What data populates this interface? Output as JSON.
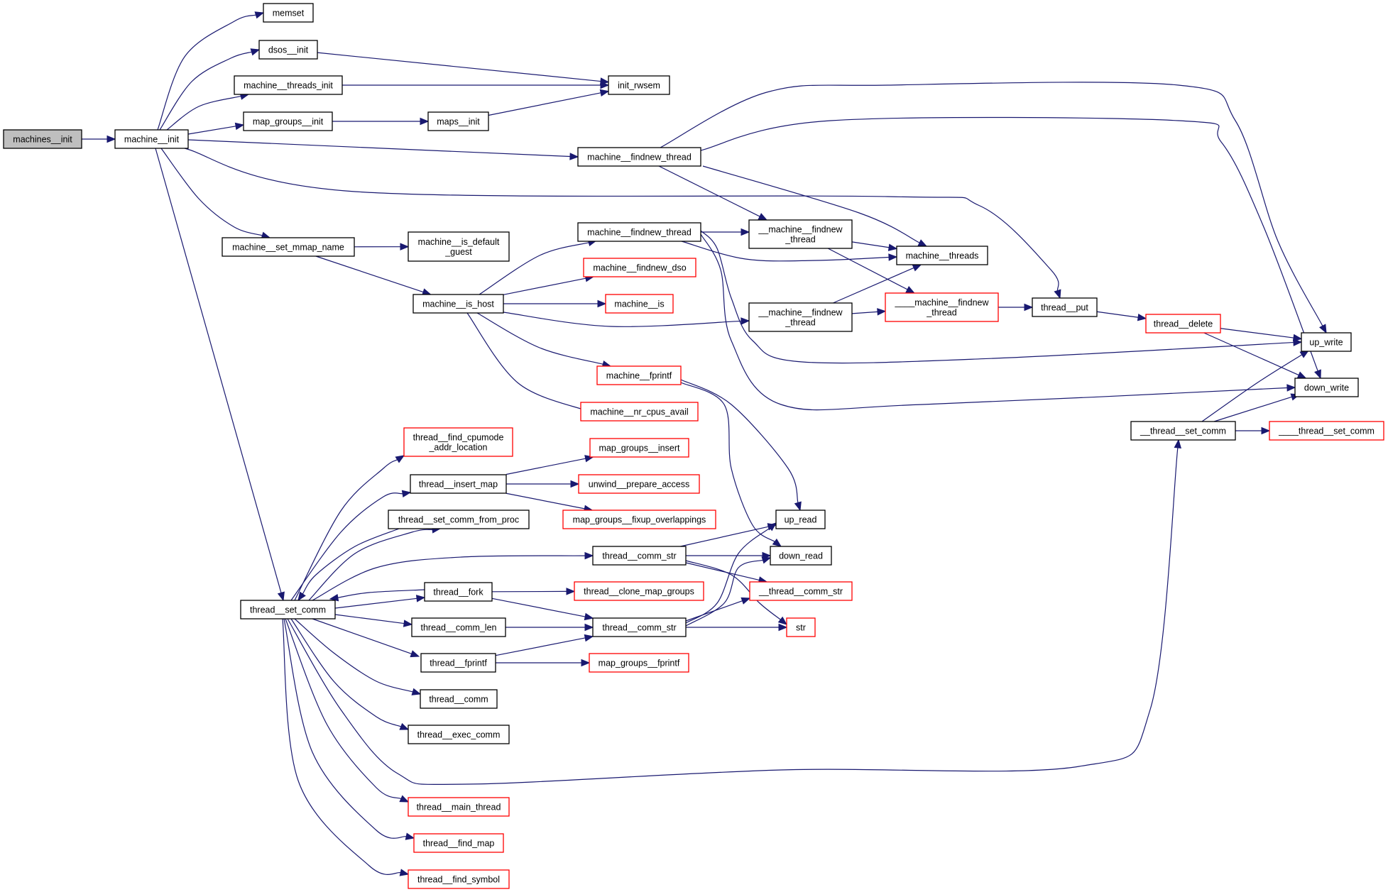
{
  "graph": {
    "title": "Call graph for machines__init",
    "colors": {
      "edge": "#191970",
      "node_border": "#000000",
      "undocumented_border": "#ff0000",
      "root_fill": "#bfbfbf"
    },
    "nodes": [
      {
        "id": "machines_init",
        "lines": [
          "machines__init"
        ],
        "kind": "root"
      },
      {
        "id": "machine_init",
        "lines": [
          "machine__init"
        ],
        "kind": "normal"
      },
      {
        "id": "memset",
        "lines": [
          "memset"
        ],
        "kind": "normal"
      },
      {
        "id": "dsos_init",
        "lines": [
          "dsos__init"
        ],
        "kind": "normal"
      },
      {
        "id": "machine_threads_init",
        "lines": [
          "machine__threads_init"
        ],
        "kind": "normal"
      },
      {
        "id": "map_groups_init",
        "lines": [
          "map_groups__init"
        ],
        "kind": "normal"
      },
      {
        "id": "maps_init",
        "lines": [
          "maps__init"
        ],
        "kind": "normal"
      },
      {
        "id": "init_rwsem",
        "lines": [
          "init_rwsem"
        ],
        "kind": "normal"
      },
      {
        "id": "mfnt_upper",
        "lines": [
          "machine__findnew_thread"
        ],
        "kind": "normal"
      },
      {
        "id": "machine_set_mmap_name",
        "lines": [
          "machine__set_mmap_name"
        ],
        "kind": "normal"
      },
      {
        "id": "machine_is_default_guest",
        "lines": [
          "machine__is_default",
          "_guest"
        ],
        "kind": "normal"
      },
      {
        "id": "machine_is_host",
        "lines": [
          "machine__is_host"
        ],
        "kind": "normal"
      },
      {
        "id": "mfnt_lower",
        "lines": [
          "machine__findnew_thread"
        ],
        "kind": "normal"
      },
      {
        "id": "machine_findnew_dso",
        "lines": [
          "machine__findnew_dso"
        ],
        "kind": "undocumented"
      },
      {
        "id": "machine_is",
        "lines": [
          "machine__is"
        ],
        "kind": "undocumented"
      },
      {
        "id": "machine_fprintf",
        "lines": [
          "machine__fprintf"
        ],
        "kind": "undocumented"
      },
      {
        "id": "machine_nr_cpus_avail",
        "lines": [
          "machine__nr_cpus_avail"
        ],
        "kind": "undocumented"
      },
      {
        "id": "u_mfnt_a",
        "lines": [
          "__machine__findnew",
          "_thread"
        ],
        "kind": "normal"
      },
      {
        "id": "u_mfnt_b",
        "lines": [
          "__machine__findnew",
          "_thread"
        ],
        "kind": "normal"
      },
      {
        "id": "machine_threads",
        "lines": [
          "machine__threads"
        ],
        "kind": "normal"
      },
      {
        "id": "uu_mfnt",
        "lines": [
          "____machine__findnew",
          "_thread"
        ],
        "kind": "undocumented"
      },
      {
        "id": "thread_put",
        "lines": [
          "thread__put"
        ],
        "kind": "normal"
      },
      {
        "id": "thread_delete",
        "lines": [
          "thread__delete"
        ],
        "kind": "undocumented"
      },
      {
        "id": "up_write",
        "lines": [
          "up_write"
        ],
        "kind": "normal"
      },
      {
        "id": "down_write",
        "lines": [
          "down_write"
        ],
        "kind": "normal"
      },
      {
        "id": "u_thread_set_comm",
        "lines": [
          "__thread__set_comm"
        ],
        "kind": "normal"
      },
      {
        "id": "uu_thread_set_comm",
        "lines": [
          "____thread__set_comm"
        ],
        "kind": "undocumented"
      },
      {
        "id": "thread_set_comm",
        "lines": [
          "thread__set_comm"
        ],
        "kind": "normal"
      },
      {
        "id": "thread_find_cpumode",
        "lines": [
          "thread__find_cpumode",
          "_addr_location"
        ],
        "kind": "undocumented"
      },
      {
        "id": "thread_insert_map",
        "lines": [
          "thread__insert_map"
        ],
        "kind": "normal"
      },
      {
        "id": "thread_set_comm_from_proc",
        "lines": [
          "thread__set_comm_from_proc"
        ],
        "kind": "normal"
      },
      {
        "id": "thread_fork",
        "lines": [
          "thread__fork"
        ],
        "kind": "normal"
      },
      {
        "id": "thread_comm_len",
        "lines": [
          "thread__comm_len"
        ],
        "kind": "normal"
      },
      {
        "id": "thread_fprintf",
        "lines": [
          "thread__fprintf"
        ],
        "kind": "normal"
      },
      {
        "id": "thread_comm",
        "lines": [
          "thread__comm"
        ],
        "kind": "normal"
      },
      {
        "id": "thread_exec_comm",
        "lines": [
          "thread__exec_comm"
        ],
        "kind": "normal"
      },
      {
        "id": "thread_main_thread",
        "lines": [
          "thread__main_thread"
        ],
        "kind": "undocumented"
      },
      {
        "id": "thread_find_map",
        "lines": [
          "thread__find_map"
        ],
        "kind": "undocumented"
      },
      {
        "id": "thread_find_symbol",
        "lines": [
          "thread__find_symbol"
        ],
        "kind": "undocumented"
      },
      {
        "id": "map_groups_insert",
        "lines": [
          "map_groups__insert"
        ],
        "kind": "undocumented"
      },
      {
        "id": "unwind_prepare_access",
        "lines": [
          "unwind__prepare_access"
        ],
        "kind": "undocumented"
      },
      {
        "id": "map_groups_fixup",
        "lines": [
          "map_groups__fixup_overlappings"
        ],
        "kind": "undocumented"
      },
      {
        "id": "thread_comm_str_upper",
        "lines": [
          "thread__comm_str"
        ],
        "kind": "normal"
      },
      {
        "id": "thread_comm_str_lower",
        "lines": [
          "thread__comm_str"
        ],
        "kind": "normal"
      },
      {
        "id": "thread_clone_map_groups",
        "lines": [
          "thread__clone_map_groups"
        ],
        "kind": "undocumented"
      },
      {
        "id": "map_groups_fprintf",
        "lines": [
          "map_groups__fprintf"
        ],
        "kind": "undocumented"
      },
      {
        "id": "up_read",
        "lines": [
          "up_read"
        ],
        "kind": "normal"
      },
      {
        "id": "down_read",
        "lines": [
          "down_read"
        ],
        "kind": "normal"
      },
      {
        "id": "u_thread_comm_str",
        "lines": [
          "__thread__comm_str"
        ],
        "kind": "undocumented"
      },
      {
        "id": "str",
        "lines": [
          "str"
        ],
        "kind": "undocumented"
      }
    ],
    "edges": [
      [
        "machines_init",
        "machine_init"
      ],
      [
        "machine_init",
        "memset"
      ],
      [
        "machine_init",
        "dsos_init"
      ],
      [
        "machine_init",
        "machine_threads_init"
      ],
      [
        "machine_init",
        "map_groups_init"
      ],
      [
        "machine_init",
        "mfnt_upper"
      ],
      [
        "machine_init",
        "thread_put"
      ],
      [
        "machine_init",
        "machine_set_mmap_name"
      ],
      [
        "machine_init",
        "thread_set_comm"
      ],
      [
        "dsos_init",
        "init_rwsem"
      ],
      [
        "machine_threads_init",
        "init_rwsem"
      ],
      [
        "map_groups_init",
        "maps_init"
      ],
      [
        "maps_init",
        "init_rwsem"
      ],
      [
        "mfnt_upper",
        "u_mfnt_a"
      ],
      [
        "mfnt_upper",
        "machine_threads"
      ],
      [
        "mfnt_upper",
        "up_write"
      ],
      [
        "mfnt_upper",
        "down_write"
      ],
      [
        "machine_set_mmap_name",
        "machine_is_default_guest"
      ],
      [
        "machine_set_mmap_name",
        "machine_is_host"
      ],
      [
        "machine_is_host",
        "mfnt_lower"
      ],
      [
        "machine_is_host",
        "machine_findnew_dso"
      ],
      [
        "machine_is_host",
        "machine_is"
      ],
      [
        "machine_is_host",
        "u_mfnt_b"
      ],
      [
        "machine_is_host",
        "machine_fprintf"
      ],
      [
        "machine_is_host",
        "machine_nr_cpus_avail"
      ],
      [
        "mfnt_lower",
        "u_mfnt_a"
      ],
      [
        "mfnt_lower",
        "machine_threads"
      ],
      [
        "mfnt_lower",
        "up_write"
      ],
      [
        "mfnt_lower",
        "down_write"
      ],
      [
        "u_mfnt_a",
        "machine_threads"
      ],
      [
        "u_mfnt_a",
        "uu_mfnt"
      ],
      [
        "u_mfnt_b",
        "machine_threads"
      ],
      [
        "u_mfnt_b",
        "uu_mfnt"
      ],
      [
        "uu_mfnt",
        "thread_put"
      ],
      [
        "thread_put",
        "thread_delete"
      ],
      [
        "thread_delete",
        "up_write"
      ],
      [
        "thread_delete",
        "down_write"
      ],
      [
        "u_thread_set_comm",
        "up_write"
      ],
      [
        "u_thread_set_comm",
        "down_write"
      ],
      [
        "u_thread_set_comm",
        "uu_thread_set_comm"
      ],
      [
        "machine_fprintf",
        "up_read"
      ],
      [
        "machine_fprintf",
        "down_read"
      ],
      [
        "thread_set_comm",
        "thread_find_cpumode"
      ],
      [
        "thread_set_comm",
        "thread_insert_map"
      ],
      [
        "thread_set_comm",
        "thread_set_comm_from_proc"
      ],
      [
        "thread_set_comm_from_proc",
        "thread_set_comm"
      ],
      [
        "thread_set_comm",
        "thread_comm_str_upper"
      ],
      [
        "thread_set_comm",
        "thread_fork"
      ],
      [
        "thread_fork",
        "thread_set_comm"
      ],
      [
        "thread_set_comm",
        "thread_comm_len"
      ],
      [
        "thread_set_comm",
        "thread_fprintf"
      ],
      [
        "thread_set_comm",
        "thread_comm"
      ],
      [
        "thread_set_comm",
        "thread_exec_comm"
      ],
      [
        "thread_set_comm",
        "u_thread_set_comm"
      ],
      [
        "thread_set_comm",
        "thread_main_thread"
      ],
      [
        "thread_set_comm",
        "thread_find_map"
      ],
      [
        "thread_set_comm",
        "thread_find_symbol"
      ],
      [
        "thread_insert_map",
        "map_groups_insert"
      ],
      [
        "thread_insert_map",
        "unwind_prepare_access"
      ],
      [
        "thread_insert_map",
        "map_groups_fixup"
      ],
      [
        "thread_fork",
        "thread_clone_map_groups"
      ],
      [
        "thread_fork",
        "thread_comm_str_lower"
      ],
      [
        "thread_comm_len",
        "thread_comm_str_lower"
      ],
      [
        "thread_fprintf",
        "thread_comm_str_lower"
      ],
      [
        "thread_fprintf",
        "map_groups_fprintf"
      ],
      [
        "thread_comm_str_upper",
        "up_read"
      ],
      [
        "thread_comm_str_upper",
        "down_read"
      ],
      [
        "thread_comm_str_upper",
        "u_thread_comm_str"
      ],
      [
        "thread_comm_str_upper",
        "str"
      ],
      [
        "thread_comm_str_lower",
        "up_read"
      ],
      [
        "thread_comm_str_lower",
        "down_read"
      ],
      [
        "thread_comm_str_lower",
        "u_thread_comm_str"
      ],
      [
        "thread_comm_str_lower",
        "str"
      ]
    ]
  }
}
